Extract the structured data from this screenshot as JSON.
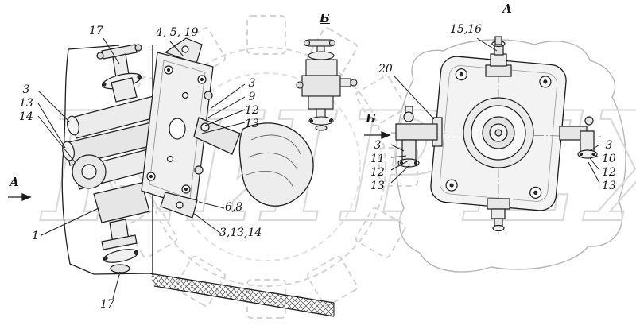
{
  "watermark": {
    "text": "КИРЕХ"
  },
  "view_labels": {
    "a_top": "А",
    "a_side": "А",
    "b_top": "Б",
    "b_side": "Б"
  },
  "callouts": {
    "c17_top": "17",
    "c4_5_19": "4, 5, 19",
    "c1": "1",
    "c17_bottom": "17",
    "c6_8": "6,8",
    "c3_13_14": "3,13,14",
    "c15_16": "15,16",
    "c20": "20",
    "left_stack": [
      "3",
      "13",
      "14"
    ],
    "mid_stack": [
      "3",
      "9",
      "12",
      "13"
    ],
    "view_a_left_stack": [
      "3",
      "11",
      "12",
      "13"
    ],
    "view_a_right_stack": [
      "3",
      "10",
      "12",
      "13"
    ]
  }
}
